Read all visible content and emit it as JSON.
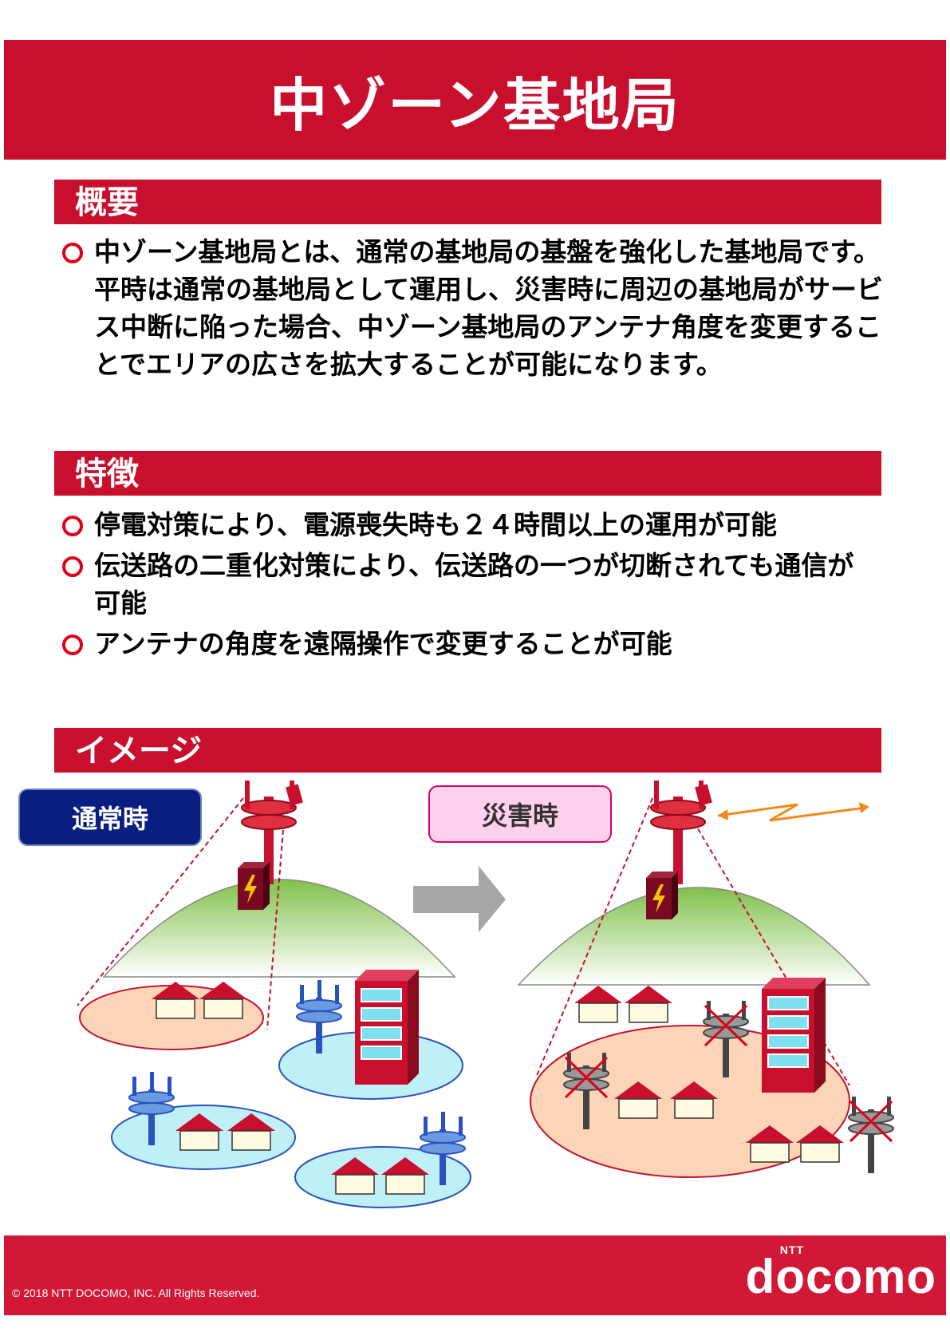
{
  "title": "中ゾーン基地局",
  "sections": {
    "overview": {
      "heading": "概要",
      "bullet": "○",
      "text": "中ゾーン基地局とは、通常の基地局の基盤を強化した基地局です。平時は通常の基地局として運用し、災害時に周辺の基地局がサービス中断に陥った場合、中ゾーン基地局のアンテナ角度を変更することでエリアの広さを拡大することが可能になります。"
    },
    "features": {
      "heading": "特徴",
      "items": [
        "停電対策により、電源喪失時も２４時間以上の運用が可能",
        "伝送路の二重化対策により、伝送路の一つが切断されても通信が可能",
        "アンテナの角度を遠隔操作で変更することが可能"
      ]
    },
    "image": {
      "heading": "イメージ",
      "normal_label": "通常時",
      "disaster_label": "災害時"
    }
  },
  "footer": {
    "copyright": "© 2018 NTT DOCOMO, INC. All Rights Reserved.",
    "logo_small": "NTT",
    "logo": "docomo"
  },
  "colors": {
    "brand_red": "#c8102e",
    "navy": "#0a1e80",
    "pink": "#ffd1ec"
  }
}
